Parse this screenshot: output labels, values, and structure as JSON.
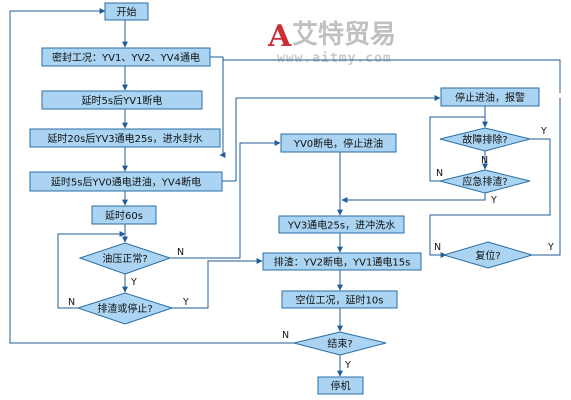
{
  "nodes": {
    "start": "开始",
    "seal": "密封工况：YV1、YV2、YV4通电",
    "delay5_yv1_off": "延时5s后YV1断电",
    "delay20_yv3": "延时20s后YV3通电25s，进水封水",
    "delay5_yv0": "延时5s后YV0通电进油，YV4断电",
    "delay60": "延时60s",
    "oil_ok": "油压正常?",
    "slag_or_stop": "排渣或停止?",
    "yv0_off": "YV0断电，停止进油",
    "yv3_flush": "YV3通电25s，进冲洗水",
    "discharge": "排渣：YV2断电，YV1通电15s",
    "idle": "空位工况，延时10s",
    "end_q": "结束?",
    "stop": "停机",
    "stop_oil_alarm": "停止进油，报警",
    "fault_cleared": "故障排除?",
    "emergency": "应急排渣?",
    "reset": "复位?"
  },
  "labels": {
    "yes": "Y",
    "no": "N"
  },
  "watermark": {
    "title": "艾特贸易",
    "url": "www.aitmy.com"
  },
  "colors": {
    "box_fill": "#aad4f2",
    "box_stroke": "#2a6ea6",
    "edge": "#1f5c99",
    "watermark_red": "#c8242a"
  }
}
